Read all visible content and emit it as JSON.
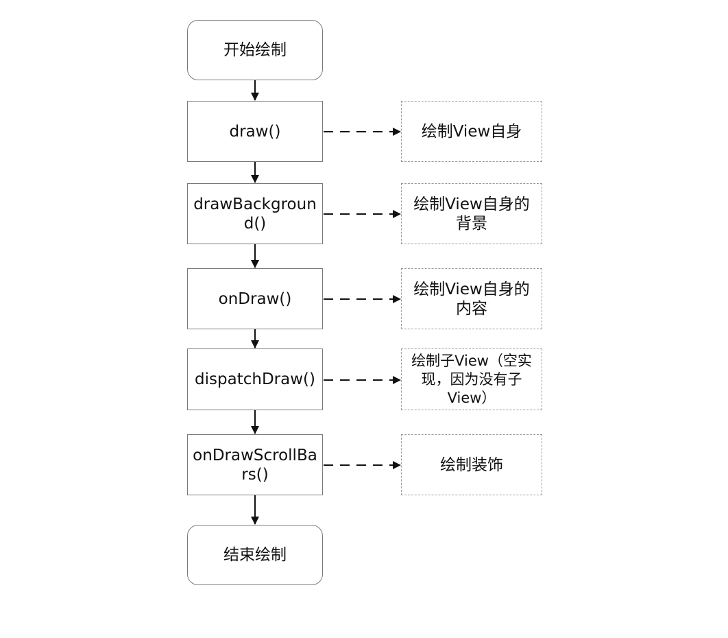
{
  "flowchart": {
    "steps": [
      {
        "id": "start",
        "kind": "terminal",
        "label": "开始绘制"
      },
      {
        "id": "draw",
        "kind": "process",
        "label": "draw()"
      },
      {
        "id": "draw-background",
        "kind": "process",
        "label": "drawBackground()"
      },
      {
        "id": "on-draw",
        "kind": "process",
        "label": "onDraw()"
      },
      {
        "id": "dispatch-draw",
        "kind": "process",
        "label": "dispatchDraw()"
      },
      {
        "id": "on-draw-scroll-bars",
        "kind": "process",
        "label": "onDrawScrollBars()"
      },
      {
        "id": "end",
        "kind": "terminal",
        "label": "结束绘制"
      }
    ],
    "notes": [
      {
        "for": "draw",
        "label": "绘制View自身"
      },
      {
        "for": "draw-background",
        "label": "绘制View自身的背景"
      },
      {
        "for": "on-draw",
        "label": "绘制View自身的内容"
      },
      {
        "for": "dispatch-draw",
        "label": "绘制子View（空实现，因为没有子View）"
      },
      {
        "for": "on-draw-scroll-bars",
        "label": "绘制装饰"
      }
    ]
  },
  "colors": {
    "box_border": "#7a7a7a",
    "note_border": "#9a9a9a",
    "arrow": "#111111"
  }
}
